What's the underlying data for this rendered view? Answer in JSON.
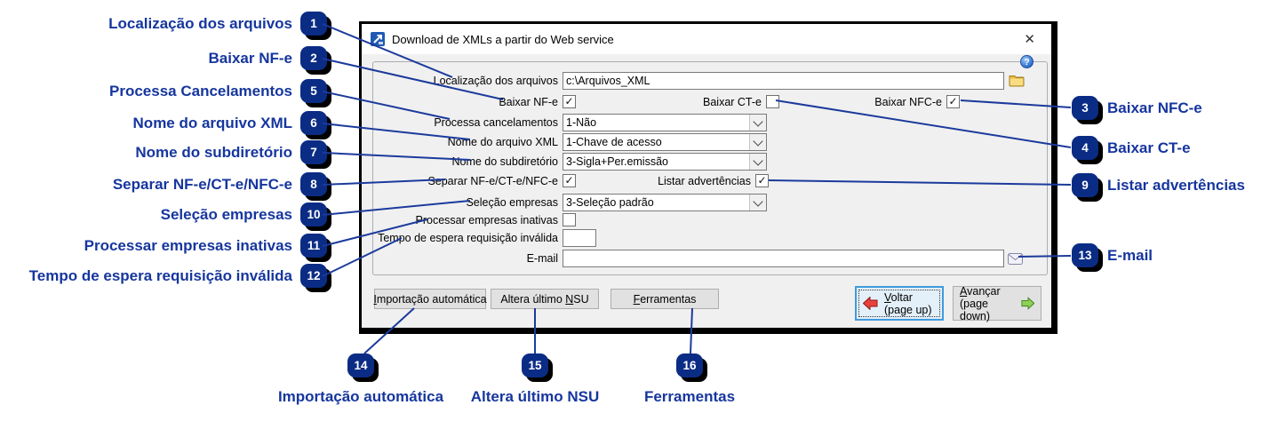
{
  "window": {
    "title": "Download de XMLs a partir do Web service",
    "close_glyph": "✕",
    "help_glyph": "?"
  },
  "form": {
    "location": {
      "label": "Localização dos arquivos",
      "value": "c:\\Arquivos_XML"
    },
    "baixar_nfe": {
      "label": "Baixar NF-e",
      "checked": true,
      "glyph": "✓"
    },
    "baixar_cte": {
      "label": "Baixar CT-e",
      "checked": false,
      "glyph": ""
    },
    "baixar_nfce": {
      "label": "Baixar NFC-e",
      "checked": true,
      "glyph": "✓"
    },
    "processa_cancelamentos": {
      "label": "Processa cancelamentos",
      "value": "1-Não"
    },
    "nome_arquivo_xml": {
      "label": "Nome do arquivo XML",
      "value": "1-Chave de acesso"
    },
    "nome_subdiretorio": {
      "label": "Nome do subdiretório",
      "value": "3-Sigla+Per.emissão"
    },
    "separar": {
      "label": "Separar NF-e/CT-e/NFC-e",
      "checked": true,
      "glyph": "✓"
    },
    "listar_advertencias": {
      "label": "Listar advertências",
      "checked": true,
      "glyph": "✓"
    },
    "selecao_empresas": {
      "label": "Seleção empresas",
      "value": "3-Seleção padrão"
    },
    "processar_inativas": {
      "label": "Processar empresas inativas",
      "checked": false,
      "glyph": ""
    },
    "tempo_espera": {
      "label": "Tempo de espera requisição inválida",
      "value": ""
    },
    "email": {
      "label": "E-mail",
      "value": ""
    }
  },
  "buttons": {
    "importacao": {
      "pre": "",
      "key": "I",
      "post": "mportação automática"
    },
    "altera_nsu": {
      "pre": "Altera último ",
      "key": "N",
      "post": "SU"
    },
    "ferramentas": {
      "pre": "",
      "key": "F",
      "post": "erramentas"
    },
    "voltar": {
      "key": "V",
      "post": "oltar",
      "sub": "(page up)"
    },
    "avancar": {
      "key": "A",
      "post": "vançar",
      "sub": "(page down)"
    }
  },
  "annotations": {
    "left": [
      {
        "num": "1",
        "label": "Localização dos arquivos"
      },
      {
        "num": "2",
        "label": "Baixar NF-e"
      },
      {
        "num": "5",
        "label": "Processa Cancelamentos"
      },
      {
        "num": "6",
        "label": "Nome do arquivo XML"
      },
      {
        "num": "7",
        "label": "Nome do subdiretório"
      },
      {
        "num": "8",
        "label": "Separar NF-e/CT-e/NFC-e"
      },
      {
        "num": "10",
        "label": "Seleção empresas"
      },
      {
        "num": "11",
        "label": "Processar empresas inativas"
      },
      {
        "num": "12",
        "label": "Tempo de espera requisição inválida"
      }
    ],
    "right": [
      {
        "num": "3",
        "label": "Baixar NFC-e"
      },
      {
        "num": "4",
        "label": "Baixar CT-e"
      },
      {
        "num": "9",
        "label": "Listar advertências"
      },
      {
        "num": "13",
        "label": "E-mail"
      }
    ],
    "bottom": [
      {
        "num": "14",
        "label": "Importação automática"
      },
      {
        "num": "15",
        "label": "Altera último NSU"
      },
      {
        "num": "16",
        "label": "Ferramentas"
      }
    ]
  },
  "colors": {
    "annotation_blue": "#16369e",
    "badge_fill": "#0b2c85",
    "badge_shadow": "#000000",
    "line_blue": "#1b3a9c",
    "dialog_bg": "#f0f0f0",
    "focus_border": "#3f9bdc",
    "voltar_arrow": "#e8413c",
    "avancar_arrow": "#8ed054"
  }
}
